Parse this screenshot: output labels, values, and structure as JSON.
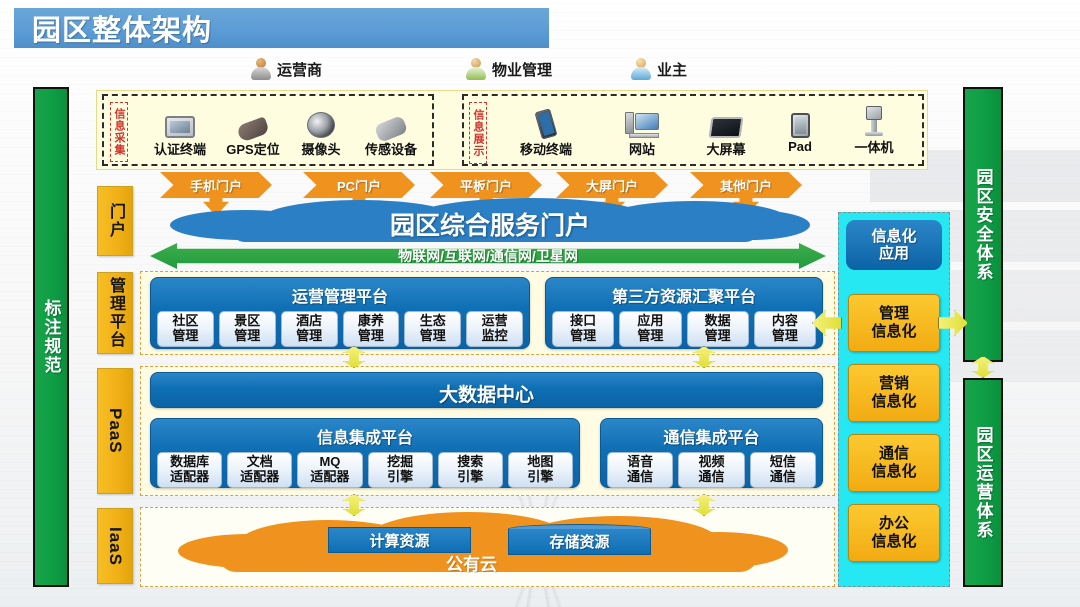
{
  "title": "园区整体架构",
  "actors": [
    {
      "name": "运营商",
      "icon": "user-icon",
      "color": "#c98a3a"
    },
    {
      "name": "物业管理",
      "icon": "user-icon",
      "color": "#8fbf52"
    },
    {
      "name": "业主",
      "icon": "user-icon",
      "color": "#5fa8d8"
    }
  ],
  "side_bars": {
    "left": "标注规范",
    "right_top": "园区安全体系",
    "right_bottom": "园区运营体系"
  },
  "acquisition": {
    "label": "信息采集",
    "devices": [
      {
        "name": "认证终端",
        "icon": "tablet-terminal-icon"
      },
      {
        "name": "GPS定位",
        "icon": "gps-device-icon"
      },
      {
        "name": "摄像头",
        "icon": "camera-icon"
      },
      {
        "name": "传感设备",
        "icon": "sensor-icon"
      }
    ]
  },
  "display": {
    "label": "信息展示",
    "devices": [
      {
        "name": "移动终端",
        "icon": "mobile-phone-icon"
      },
      {
        "name": "网站",
        "icon": "desktop-pc-icon"
      },
      {
        "name": "大屏幕",
        "icon": "big-screen-icon"
      },
      {
        "name": "Pad",
        "icon": "tablet-pad-icon"
      },
      {
        "name": "一体机",
        "icon": "kiosk-icon"
      }
    ]
  },
  "portals": [
    "手机门户",
    "PC门户",
    "平板门户",
    "大屏门户",
    "其他门户"
  ],
  "layers": [
    {
      "key": "portal",
      "label": "门户"
    },
    {
      "key": "management",
      "label": "管理平台"
    },
    {
      "key": "paas",
      "label": "PaaS"
    },
    {
      "key": "iaas",
      "label": "IaaS"
    }
  ],
  "portal_layer": {
    "cloud_label": "园区综合服务门户",
    "network_arrow": "物联网/互联网/通信网/卫星网"
  },
  "management_layer": {
    "operation_platform": {
      "title": "运营管理平台",
      "items": [
        "社区\n管理",
        "景区\n管理",
        "酒店\n管理",
        "康养\n管理",
        "生态\n管理",
        "运营\n监控"
      ]
    },
    "third_party_platform": {
      "title": "第三方资源汇聚平台",
      "items": [
        "接口\n管理",
        "应用\n管理",
        "数据\n管理",
        "内容\n管理"
      ]
    }
  },
  "paas_layer": {
    "big_data_center": "大数据中心",
    "info_integration": {
      "title": "信息集成平台",
      "items": [
        "数据库\n适配器",
        "文档\n适配器",
        "MQ\n适配器",
        "挖掘\n引擎",
        "搜索\n引擎",
        "地图\n引擎"
      ]
    },
    "comm_integration": {
      "title": "通信集成平台",
      "items": [
        "语音\n通信",
        "视频\n通信",
        "短信\n通信"
      ]
    }
  },
  "iaas_layer": {
    "cloud_label": "公有云",
    "resources": [
      "计算资源",
      "存储资源"
    ]
  },
  "informatization": {
    "header": "信息化\n应用",
    "items": [
      "管理\n信息化",
      "营销\n信息化",
      "通信\n信息化",
      "办公\n信息化"
    ]
  },
  "colors": {
    "title_bar": "#5b9bd5",
    "green_bar": "#0fa046",
    "orange": "#f0921e",
    "blue_box": "#0f6fb4",
    "gold": "#f2ab12",
    "cyan": "#25e8f2",
    "band": "#fffce3"
  }
}
